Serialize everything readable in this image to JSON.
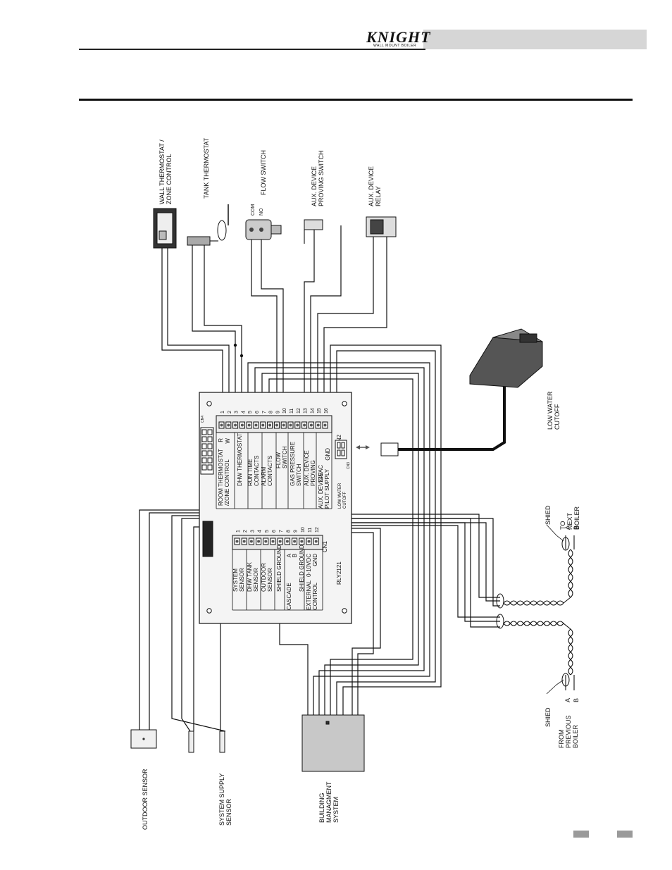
{
  "header": {
    "logo": "KNIGHT",
    "logo_sub": "WALL MOUNT BOILER"
  },
  "labels": {
    "wall_thermostat": [
      "WALL THERMOSTAT /",
      "ZONE CONTROL"
    ],
    "tank_thermostat": [
      "TANK THERMOSTAT"
    ],
    "flow_switch": [
      "FLOW SWITCH"
    ],
    "flow_com": "COM",
    "flow_no": "NO",
    "aux_proving": [
      "AUX. DEVICE",
      "PROVING SWITCH"
    ],
    "aux_relay": [
      "AUX. DEVICE",
      "RELAY"
    ],
    "low_water": [
      "LOW WATER",
      "CUTOFF"
    ],
    "to_next": [
      "TO",
      "NEXT",
      "BOILER"
    ],
    "shield_top": "SHIED",
    "shield_bottom": "SHIED",
    "ab_top": [
      "A",
      "B"
    ],
    "ab_bottom": [
      "A",
      "B"
    ],
    "from_previous": [
      "FROM",
      "PREVIOUS",
      "BOILER"
    ],
    "outdoor_sensor": [
      "OUTDOOR SENSOR"
    ],
    "system_supply": [
      "SYSTEM SUPPLY",
      "SENSOR"
    ],
    "building": [
      "BUILDING",
      "MANAGMENT",
      "SYSTEM"
    ]
  },
  "board": {
    "cn2": "CN2",
    "cn1": "CN1",
    "cn4": "CN4",
    "cn3": "CN3",
    "rly": "RLY2121",
    "cn2_pins": [
      "1",
      "2",
      "3",
      "4",
      "5",
      "6",
      "7",
      "8",
      "9",
      "10",
      "11",
      "12",
      "13",
      "14",
      "15",
      "16"
    ],
    "cn1_pins": [
      "1",
      "2",
      "3",
      "4",
      "5",
      "6",
      "7",
      "8",
      "9",
      "10",
      "11",
      "12"
    ],
    "cn2_groups": [
      [
        "ROOM THERMOSTAT",
        "/ZONE CONTROL"
      ],
      [
        "DHW THERMOSTAT"
      ],
      [
        "RUN TIME",
        "CONTACTS"
      ],
      [
        "ALARM",
        "CONTACTS"
      ],
      [
        "FLOW",
        "SWITCH"
      ],
      [
        "GAS PRESSURE",
        "SWITCH"
      ],
      [
        "AUX. DEVICE",
        "PROVING"
      ],
      [
        "AUX. DEVICE",
        "PILOT SUPPLY"
      ]
    ],
    "rw": [
      "R",
      "W"
    ],
    "vac": [
      "24VAC",
      "GND"
    ],
    "cn1_groups": [
      [
        "SYSTEM",
        "SENSOR"
      ],
      [
        "DHW TANK",
        "SENSOR"
      ],
      [
        "OUTDOOR",
        "SENSOR"
      ],
      [
        "SHIELD GROUND"
      ],
      [
        "CASCADE",
        "A",
        "B"
      ],
      [
        "SHIELD GROUND"
      ],
      [
        "EXTERNAL",
        "CONTROL",
        "0-10VDC",
        "GND"
      ]
    ],
    "lwco": [
      "LOW WATER",
      "CUTOFF"
    ]
  }
}
